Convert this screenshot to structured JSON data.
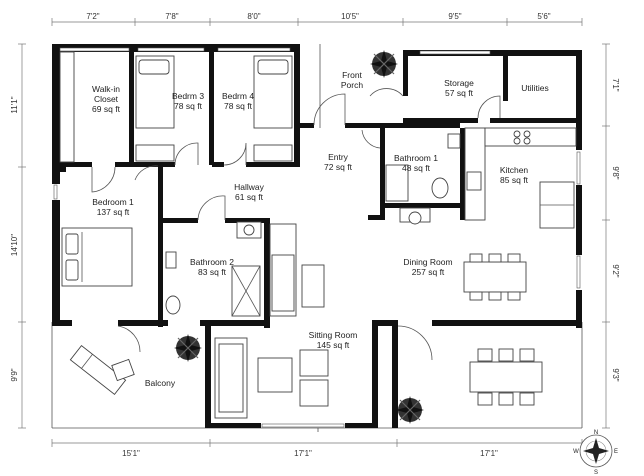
{
  "dimensions": {
    "top": [
      "7'2\"",
      "7'8\"",
      "8'0\"",
      "10'5\"",
      "9'5\"",
      "5'6\""
    ],
    "bottom": [
      "15'1\"",
      "17'1\"",
      "17'1\""
    ],
    "left": [
      "11'1\"",
      "14'10\"",
      "9'9\""
    ],
    "right": [
      "7'1\"",
      "9'8\"",
      "9'2\"",
      "9'3\""
    ]
  },
  "rooms": {
    "walkin": {
      "name1": "Walk-in",
      "name2": "Closet",
      "area": "69 sq ft"
    },
    "bedrm3": {
      "name": "Bedrm 3",
      "area": "78 sq ft"
    },
    "bedrm4": {
      "name": "Bedrm 4",
      "area": "78 sq ft"
    },
    "porch": {
      "name1": "Front",
      "name2": "Porch"
    },
    "storage": {
      "name": "Storage",
      "area": "57 sq ft"
    },
    "utilities": {
      "name": "Utilities"
    },
    "entry": {
      "name": "Entry",
      "area": "72 sq ft"
    },
    "bath1": {
      "name": "Bathroom 1",
      "area": "48 sq ft"
    },
    "kitchen": {
      "name": "Kitchen",
      "area": "85 sq ft"
    },
    "hallway": {
      "name": "Hallway",
      "area": "61 sq ft"
    },
    "bedroom1": {
      "name": "Bedroom 1",
      "area": "137 sq ft"
    },
    "bath2": {
      "name": "Bathroom 2",
      "area": "83 sq ft"
    },
    "dining": {
      "name": "Dining Room",
      "area": "257 sq ft"
    },
    "sitting": {
      "name": "Sitting Room",
      "area": "145 sq ft"
    },
    "balcony": {
      "name": "Balcony"
    }
  },
  "compass": {
    "n": "N",
    "s": "S",
    "e": "E",
    "w": "W"
  },
  "colors": {
    "wall": "#111111",
    "plant": "#2b2b2b",
    "furniture": "#444444"
  }
}
